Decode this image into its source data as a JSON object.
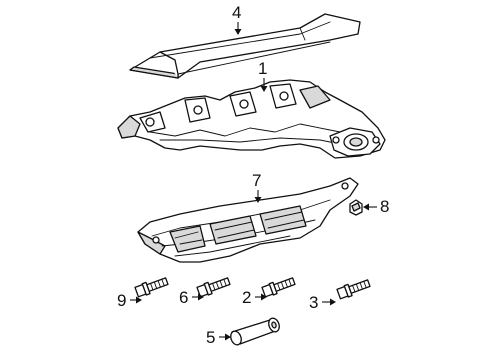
{
  "diagram": {
    "callouts": [
      {
        "id": "c4",
        "label": "4"
      },
      {
        "id": "c1",
        "label": "1"
      },
      {
        "id": "c7",
        "label": "7"
      },
      {
        "id": "c8",
        "label": "8"
      },
      {
        "id": "c9",
        "label": "9"
      },
      {
        "id": "c6",
        "label": "6"
      },
      {
        "id": "c2",
        "label": "2"
      },
      {
        "id": "c3",
        "label": "3"
      },
      {
        "id": "c5",
        "label": "5"
      }
    ]
  }
}
